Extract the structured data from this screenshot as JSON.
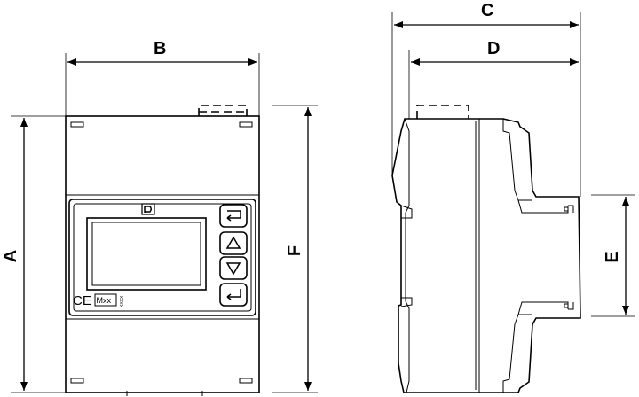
{
  "dimension_labels": {
    "a": "A",
    "b": "B",
    "c": "C",
    "d": "D",
    "e": "E",
    "f": "F"
  },
  "markings": {
    "ce": "CE",
    "mid": "Mxx",
    "serial": "XXXX"
  },
  "icons": [
    "brand-logo-icon",
    "back-arrow-icon",
    "up-arrow-icon",
    "down-arrow-icon",
    "enter-arrow-icon"
  ]
}
